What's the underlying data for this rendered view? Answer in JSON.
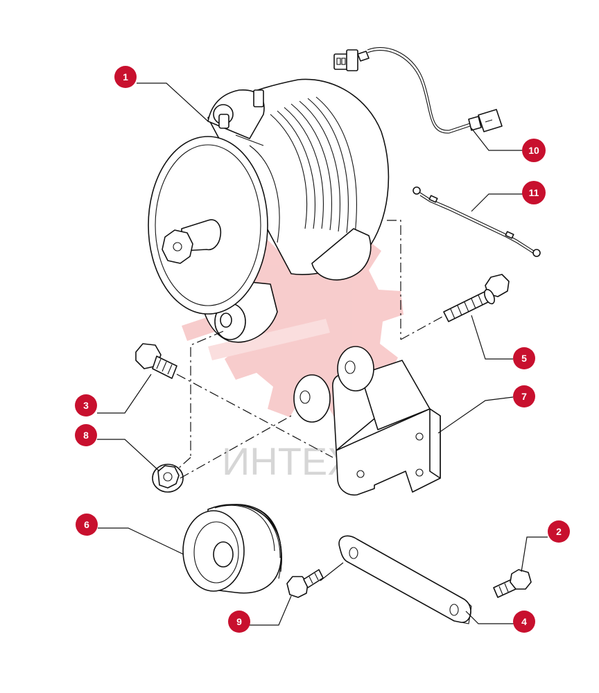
{
  "watermark": {
    "text": "ИНТЕХ",
    "accent_color": "#f2a3a3"
  },
  "callout_color": "#c8102e",
  "callouts": [
    {
      "id": "1",
      "label": "1"
    },
    {
      "id": "2",
      "label": "2"
    },
    {
      "id": "3",
      "label": "3"
    },
    {
      "id": "4",
      "label": "4"
    },
    {
      "id": "5",
      "label": "5"
    },
    {
      "id": "6",
      "label": "6"
    },
    {
      "id": "7",
      "label": "7"
    },
    {
      "id": "8",
      "label": "8"
    },
    {
      "id": "9",
      "label": "9"
    },
    {
      "id": "10",
      "label": "10"
    },
    {
      "id": "11",
      "label": "11"
    }
  ]
}
